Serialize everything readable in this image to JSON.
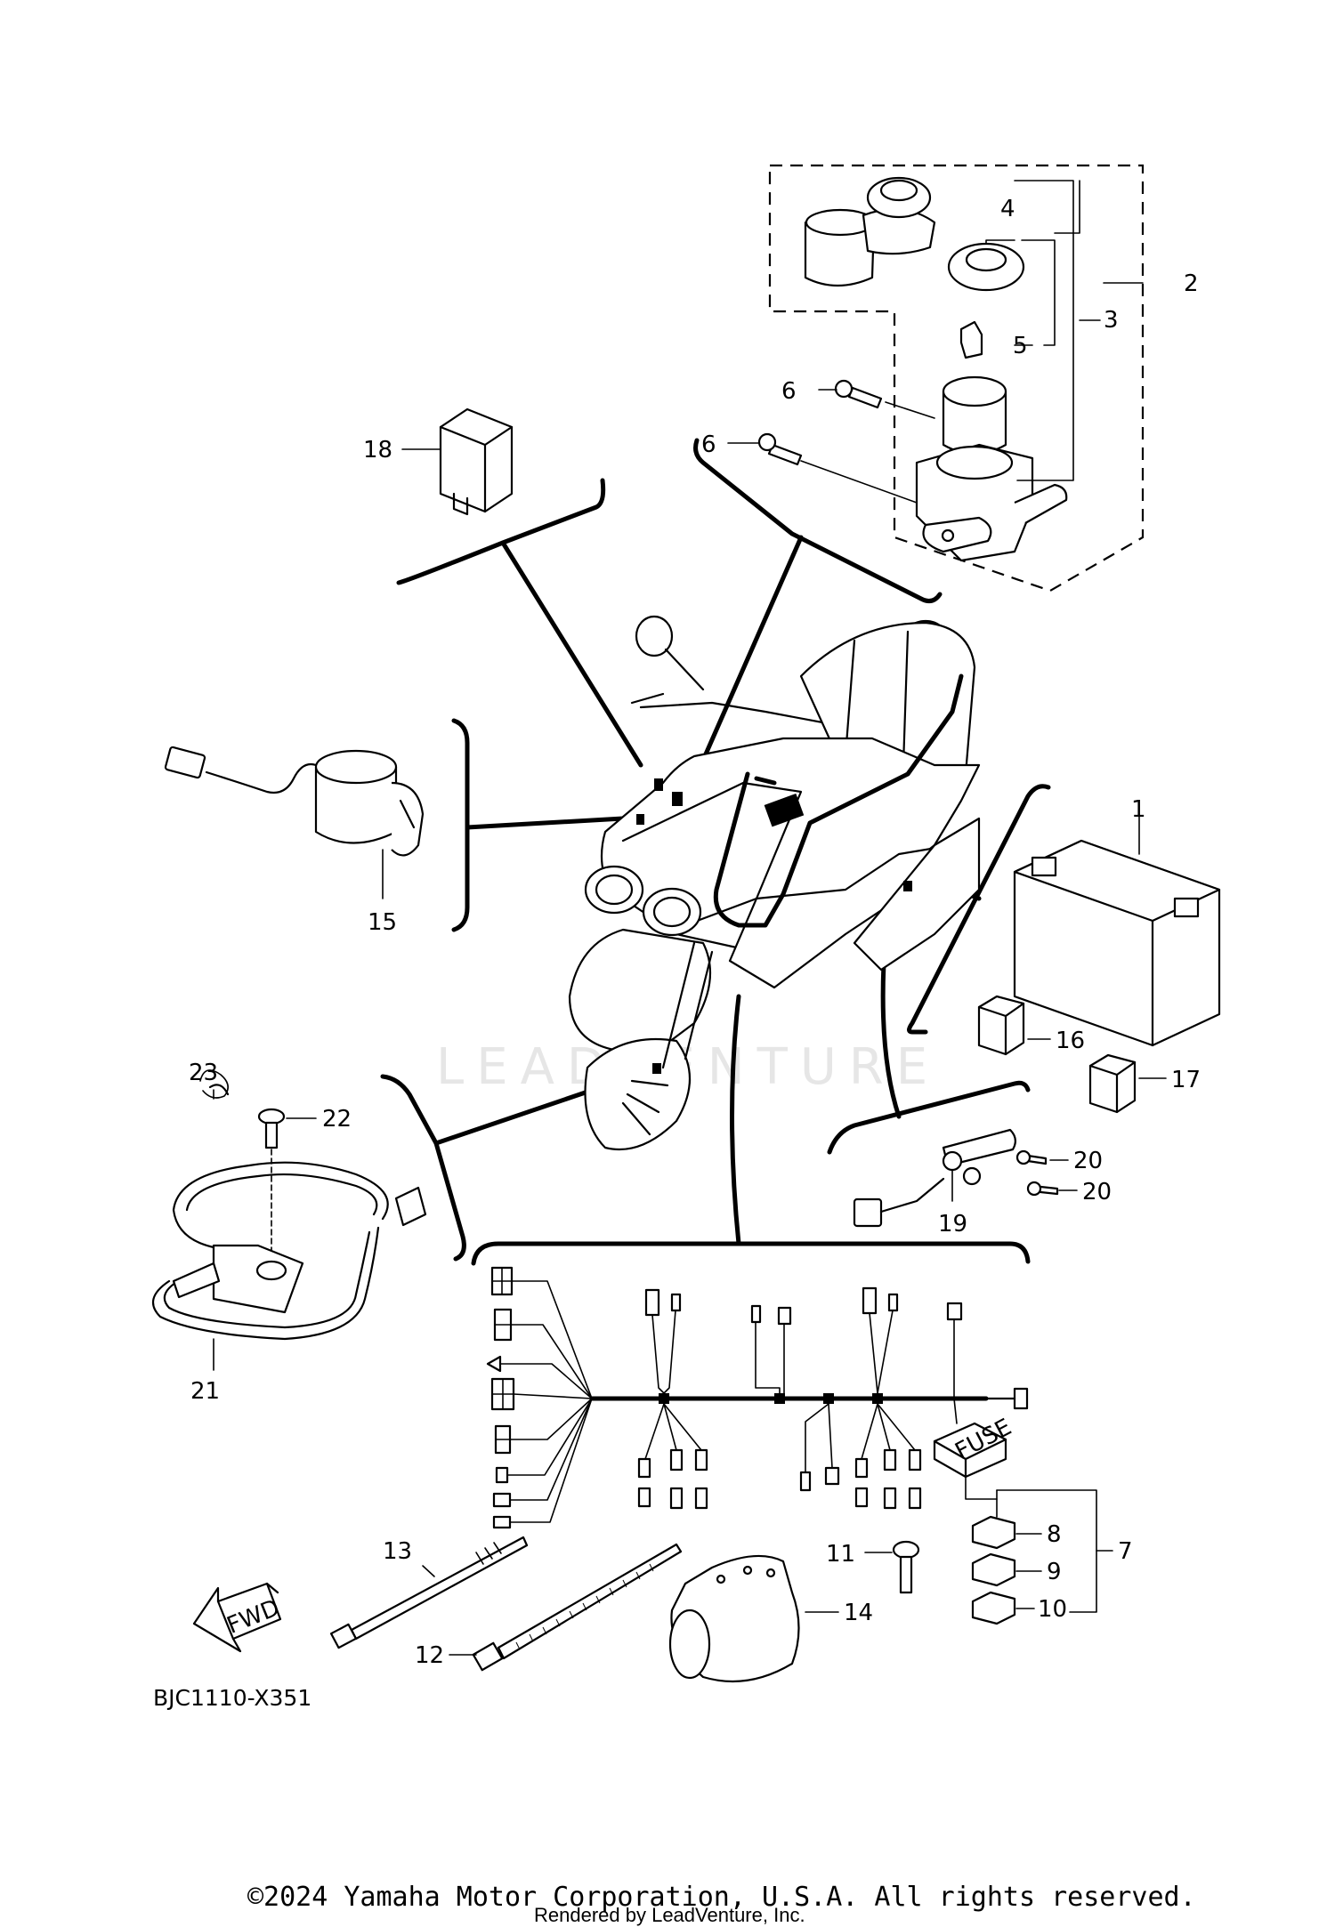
{
  "diagram_code": "BJC1110-X351",
  "copyright": "©2024 Yamaha Motor Corporation, U.S.A. All rights reserved.",
  "rendered_by": "Rendered by LeadVenture, Inc.",
  "watermark": "LEADVENTURE",
  "fwd_label": "FWD",
  "fuse_label": "FUSE",
  "callouts": {
    "c1": "1",
    "c2": "2",
    "c3": "3",
    "c4": "4",
    "c5": "5",
    "c6a": "6",
    "c6b": "6",
    "c7": "7",
    "c8": "8",
    "c9": "9",
    "c10": "10",
    "c11": "11",
    "c12": "12",
    "c13": "13",
    "c14": "14",
    "c15": "15",
    "c16": "16",
    "c17": "17",
    "c18": "18",
    "c19": "19",
    "c20a": "20",
    "c20b": "20",
    "c21": "21",
    "c22": "22",
    "c23": "23"
  }
}
